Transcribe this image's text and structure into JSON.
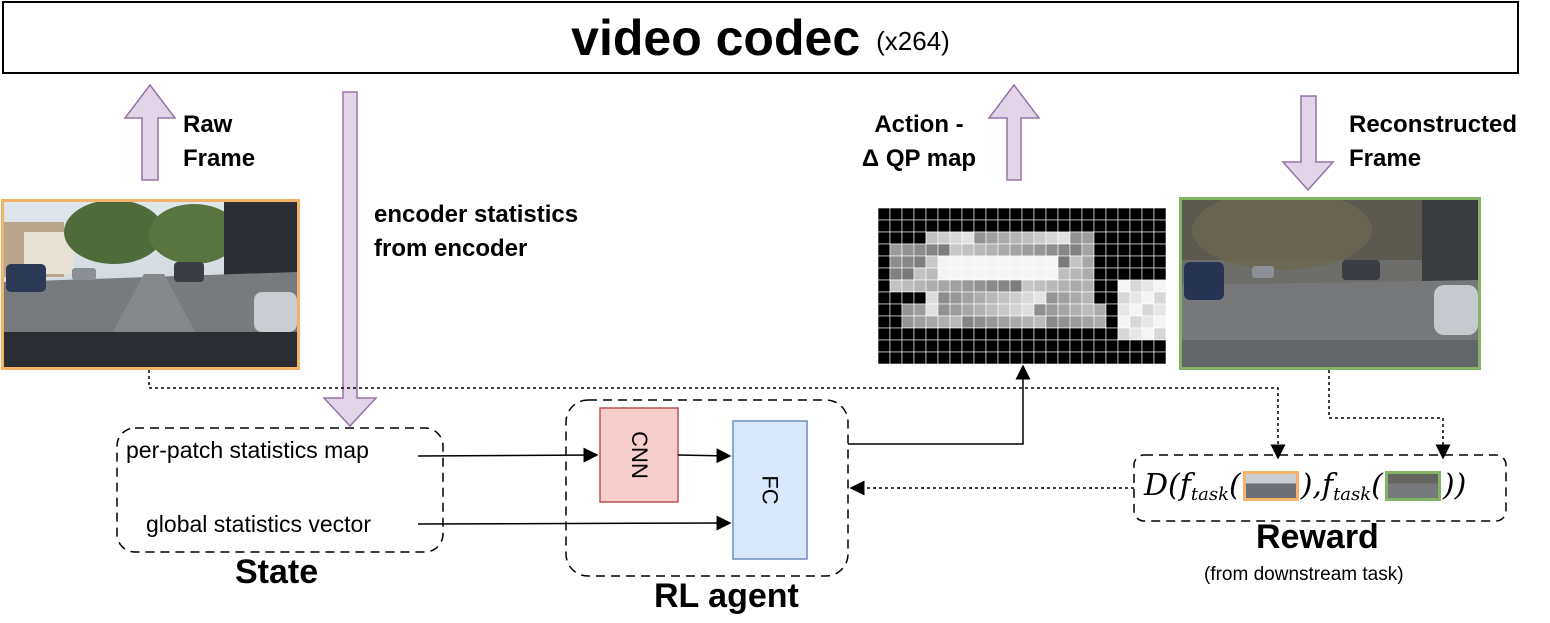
{
  "codec": {
    "title": "video codec",
    "subtitle": "(x264)"
  },
  "labels": {
    "raw_frame_line1": "Raw",
    "raw_frame_line2": "Frame",
    "encoder_stats_line1": "encoder statistics",
    "encoder_stats_line2": "from encoder",
    "action_line1": "Action -",
    "action_line2": "Δ QP map",
    "reconstructed_line1": "Reconstructed",
    "reconstructed_line2": "Frame"
  },
  "state": {
    "title": "State",
    "per_patch": "per-patch statistics map",
    "global": "global statistics vector"
  },
  "agent": {
    "title": "RL agent",
    "cnn": "CNN",
    "fc": "FC"
  },
  "reward": {
    "title": "Reward",
    "subtitle": "(from downstream task)",
    "formula_D": "D(",
    "formula_f1": "f",
    "formula_sub1": "task",
    "formula_open1": "(",
    "formula_mid": "), ",
    "formula_f2": "f",
    "formula_sub2": "task",
    "formula_open2": "(",
    "formula_end": "))"
  },
  "colors": {
    "arrow_fill": "#e1d5e7",
    "arrow_stroke": "#9673a6",
    "raw_border": "#f5b26b",
    "recon_border": "#82b366",
    "cnn_fill": "#f8cecc",
    "cnn_stroke": "#b85450",
    "fc_fill": "#dae8fc",
    "fc_stroke": "#6c8ebf"
  }
}
